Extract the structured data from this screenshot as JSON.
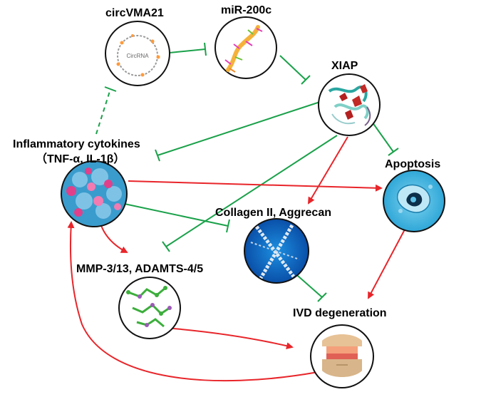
{
  "nodes": {
    "circvma21": {
      "label": "circVMA21",
      "inner_text": "CircRNA"
    },
    "mir200c": {
      "label": "miR-200c"
    },
    "xiap": {
      "label": "XIAP"
    },
    "inflammatory": {
      "label": "Inflammatory cytokines",
      "sublabel": "（TNF-α, IL-1β）"
    },
    "apoptosis": {
      "label": "Apoptosis"
    },
    "collagen": {
      "label": "Collagen II,  Aggrecan"
    },
    "mmp": {
      "label": "MMP-3/13, ADAMTS-4/5"
    },
    "ivd": {
      "label": "IVD degeneration"
    }
  },
  "edges": [
    {
      "from": "circvma21",
      "to": "mir200c",
      "type": "inhibition",
      "color": "green"
    },
    {
      "from": "mir200c",
      "to": "xiap",
      "type": "inhibition",
      "color": "green"
    },
    {
      "from": "inflammatory",
      "to": "circvma21",
      "type": "inhibition",
      "color": "green",
      "style": "dashed"
    },
    {
      "from": "xiap",
      "to": "inflammatory",
      "type": "inhibition",
      "color": "green"
    },
    {
      "from": "xiap",
      "to": "apoptosis",
      "type": "inhibition",
      "color": "green"
    },
    {
      "from": "xiap",
      "to": "collagen",
      "type": "activation",
      "color": "red"
    },
    {
      "from": "xiap",
      "to": "mmp",
      "type": "inhibition",
      "color": "green"
    },
    {
      "from": "inflammatory",
      "to": "apoptosis",
      "type": "activation",
      "color": "red"
    },
    {
      "from": "inflammatory",
      "to": "collagen",
      "type": "inhibition",
      "color": "green"
    },
    {
      "from": "inflammatory",
      "to": "mmp",
      "type": "activation",
      "color": "red"
    },
    {
      "from": "collagen",
      "to": "ivd",
      "type": "inhibition",
      "color": "green"
    },
    {
      "from": "apoptosis",
      "to": "ivd",
      "type": "activation",
      "color": "red"
    },
    {
      "from": "mmp",
      "to": "ivd",
      "type": "activation",
      "color": "red"
    },
    {
      "from": "ivd",
      "to": "inflammatory",
      "type": "activation",
      "color": "red"
    }
  ],
  "colors": {
    "activation": "#e8252a",
    "inhibition": "#1aa14a"
  }
}
